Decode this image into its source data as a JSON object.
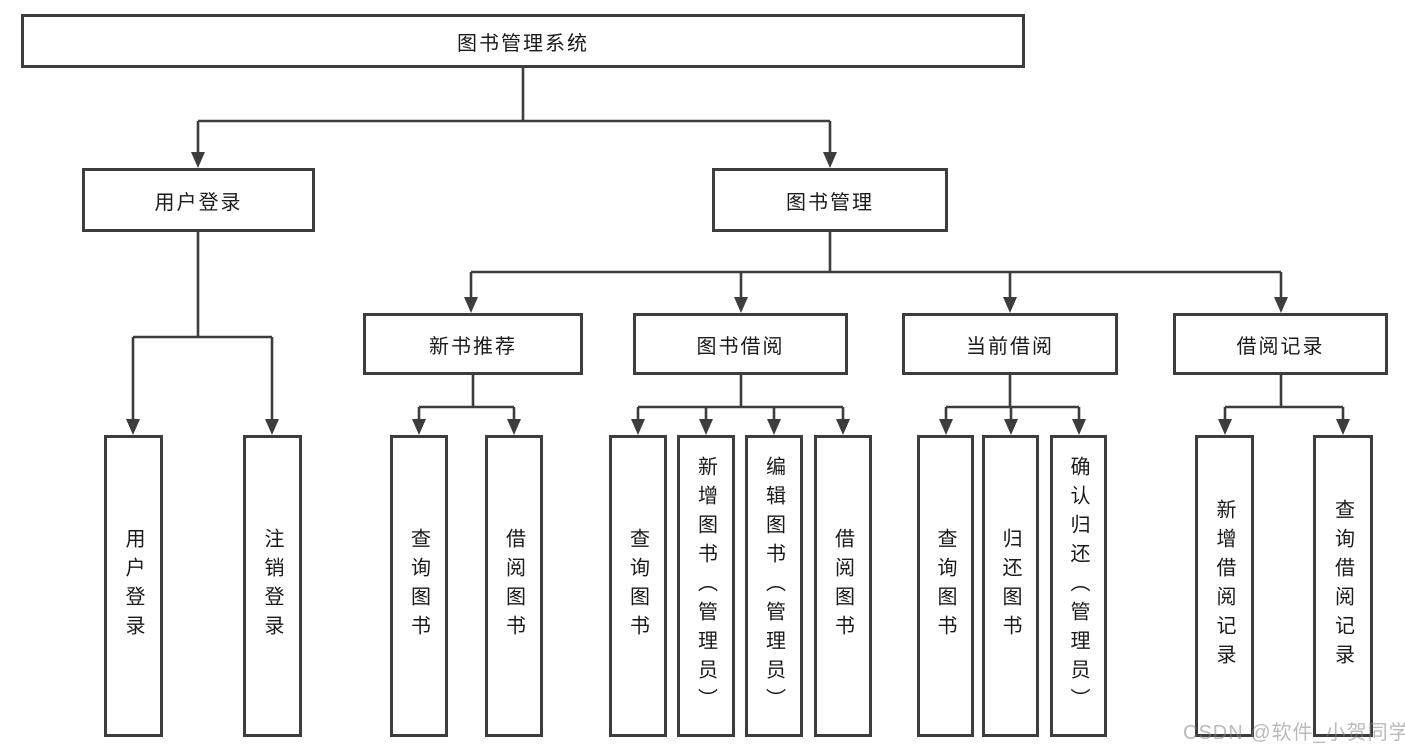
{
  "tree": {
    "root": {
      "label": "图书管理系统",
      "children": [
        {
          "label": "用户登录",
          "children": [
            {
              "label": "用户登录"
            },
            {
              "label": "注销登录"
            }
          ]
        },
        {
          "label": "图书管理",
          "children": [
            {
              "label": "新书推荐",
              "children": [
                {
                  "label": "查询图书"
                },
                {
                  "label": "借阅图书"
                }
              ]
            },
            {
              "label": "图书借阅",
              "children": [
                {
                  "label": "查询图书"
                },
                {
                  "label": "新增图书（管理员）"
                },
                {
                  "label": "编辑图书（管理员）"
                },
                {
                  "label": "借阅图书"
                }
              ]
            },
            {
              "label": "当前借阅",
              "children": [
                {
                  "label": "查询图书"
                },
                {
                  "label": "归还图书"
                },
                {
                  "label": "确认归还（管理员）"
                }
              ]
            },
            {
              "label": "借阅记录",
              "children": [
                {
                  "label": "新增借阅记录"
                },
                {
                  "label": "查询借阅记录"
                }
              ]
            }
          ]
        }
      ]
    }
  },
  "watermark": {
    "text": "CSDN @软件_小贺同学"
  },
  "colors": {
    "line": "#3d3d3d",
    "box_border": "#3d3d3d",
    "text": "#1a1a1a",
    "watermark": "#828282",
    "background": "#ffffff"
  }
}
